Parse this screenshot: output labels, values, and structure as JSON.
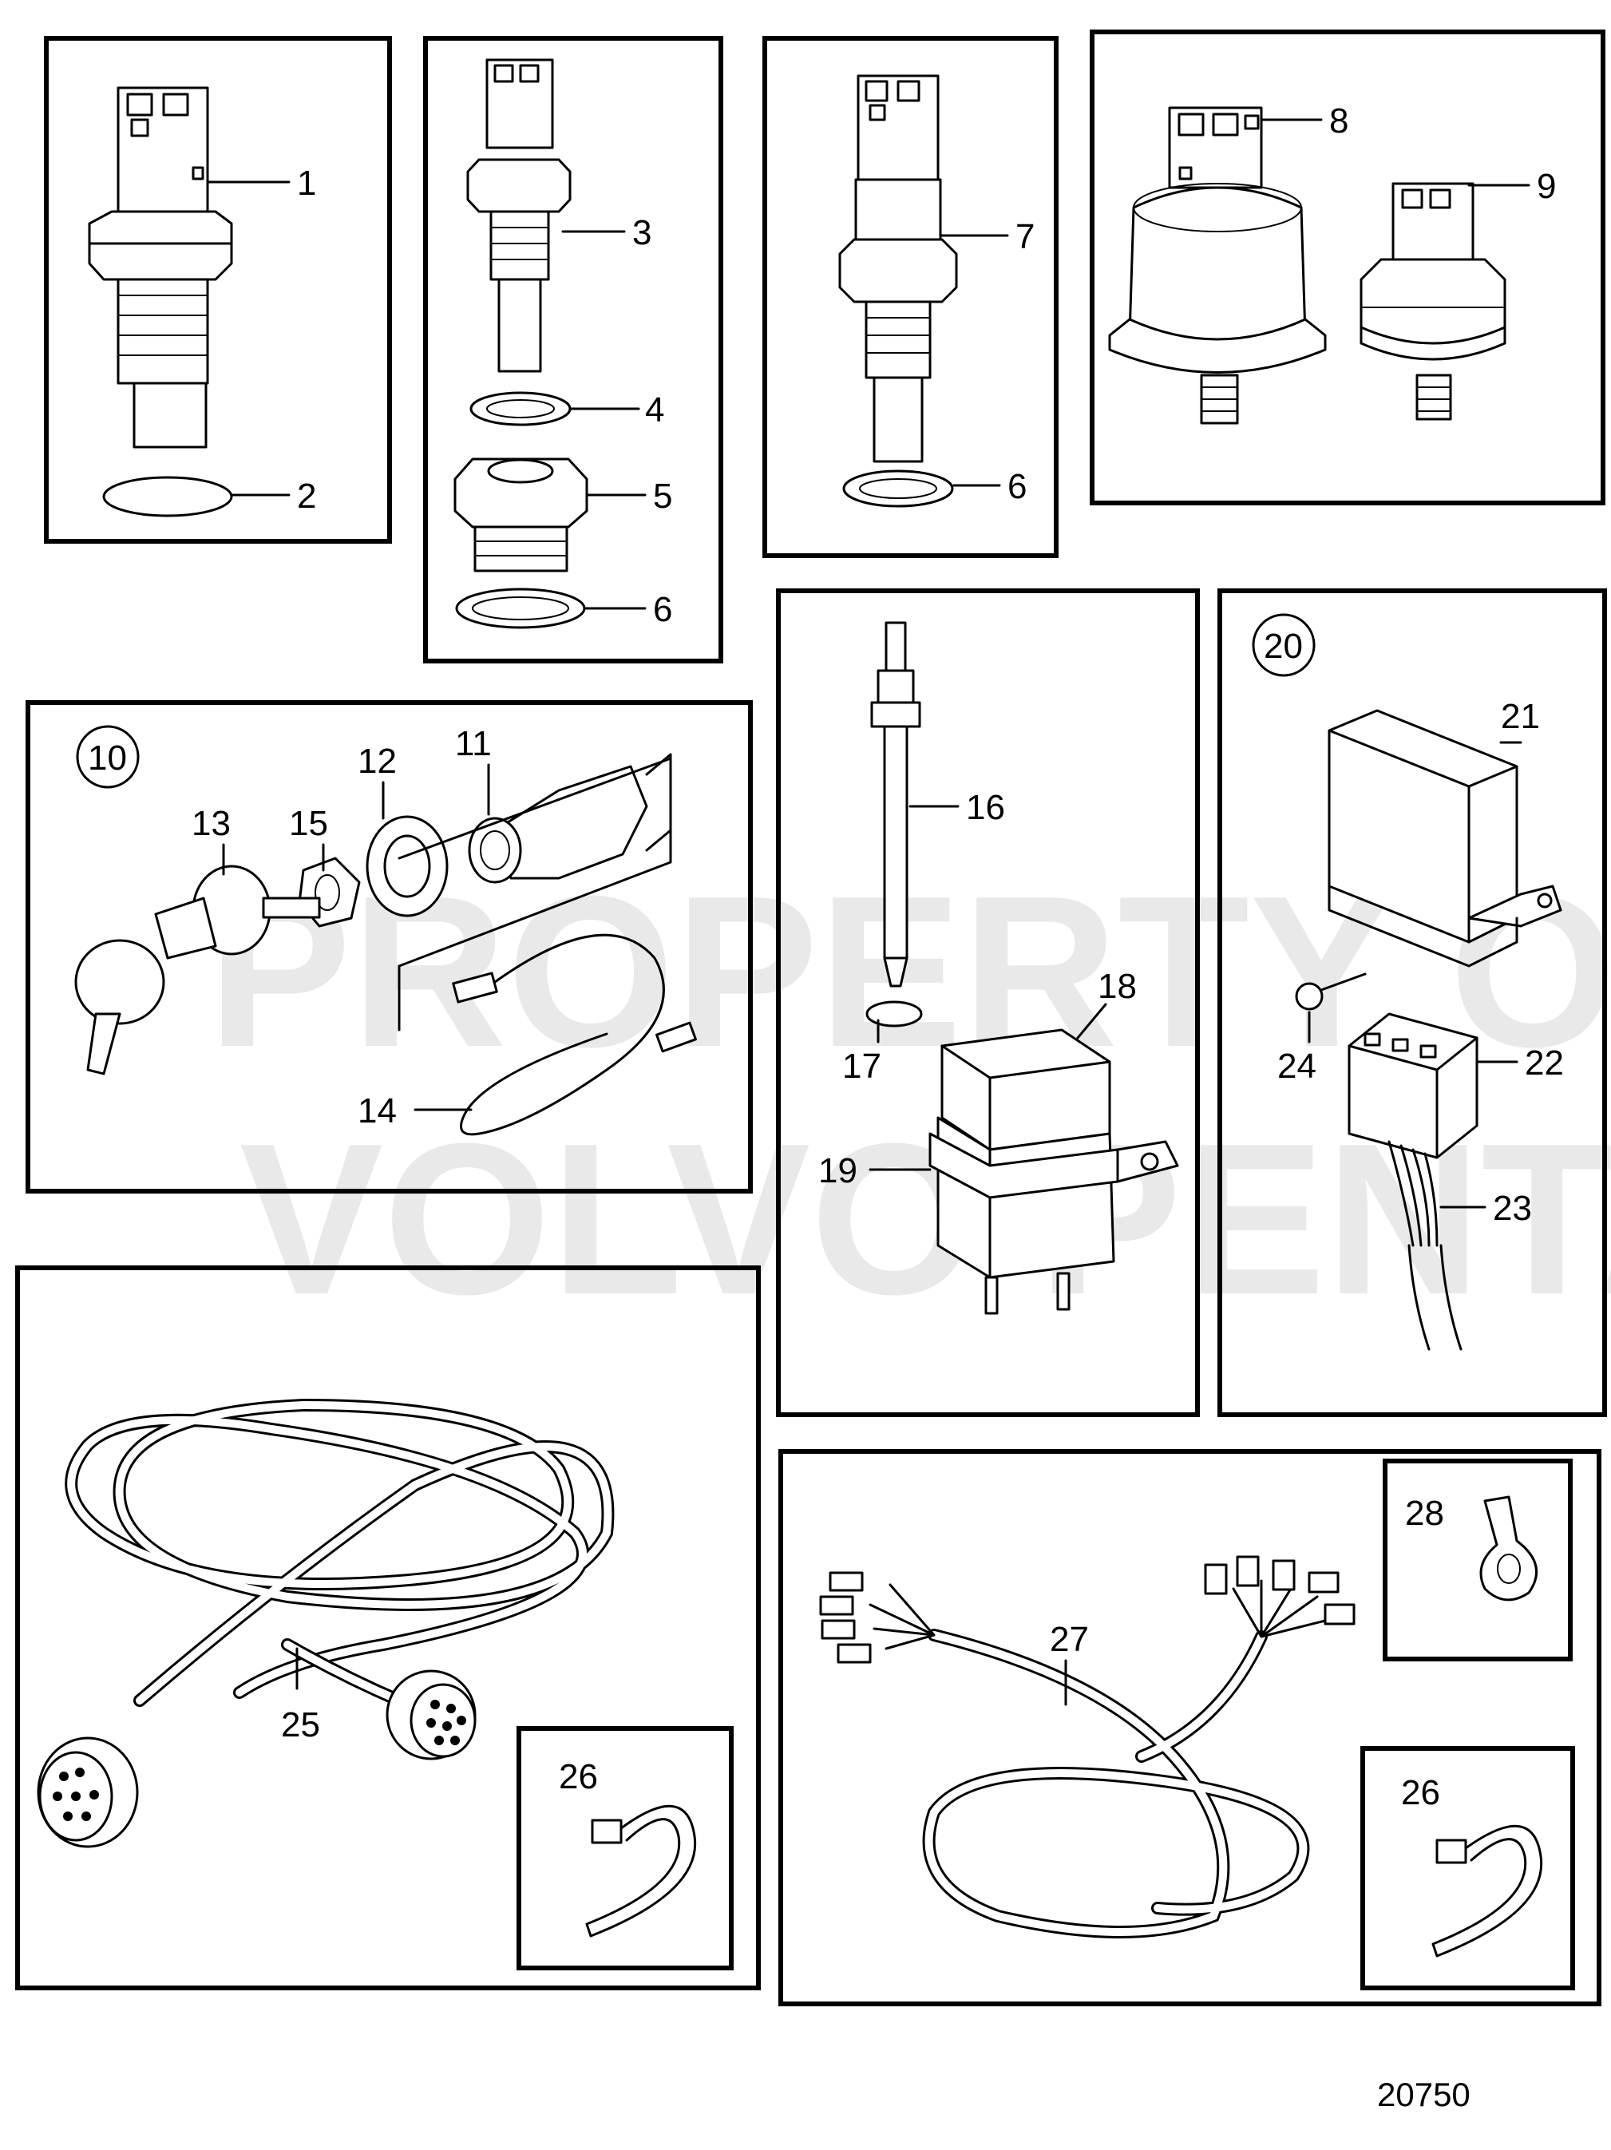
{
  "watermark": {
    "line1": "PROPERTY OF",
    "line2": "VOLVO PENTA"
  },
  "drawing_number": "20750",
  "labels": {
    "p1": "1",
    "p2": "2",
    "p3": "3",
    "p4": "4",
    "p5": "5",
    "p6a": "6",
    "p6b": "6",
    "p7": "7",
    "p8": "8",
    "p9": "9",
    "p10": "10",
    "p11": "11",
    "p12": "12",
    "p13": "13",
    "p14": "14",
    "p15": "15",
    "p16": "16",
    "p17": "17",
    "p18": "18",
    "p19": "19",
    "p20": "20",
    "p21": "21",
    "p22": "22",
    "p23": "23",
    "p24": "24",
    "p25": "25",
    "p26a": "26",
    "p26b": "26",
    "p27": "27",
    "p28": "28"
  }
}
